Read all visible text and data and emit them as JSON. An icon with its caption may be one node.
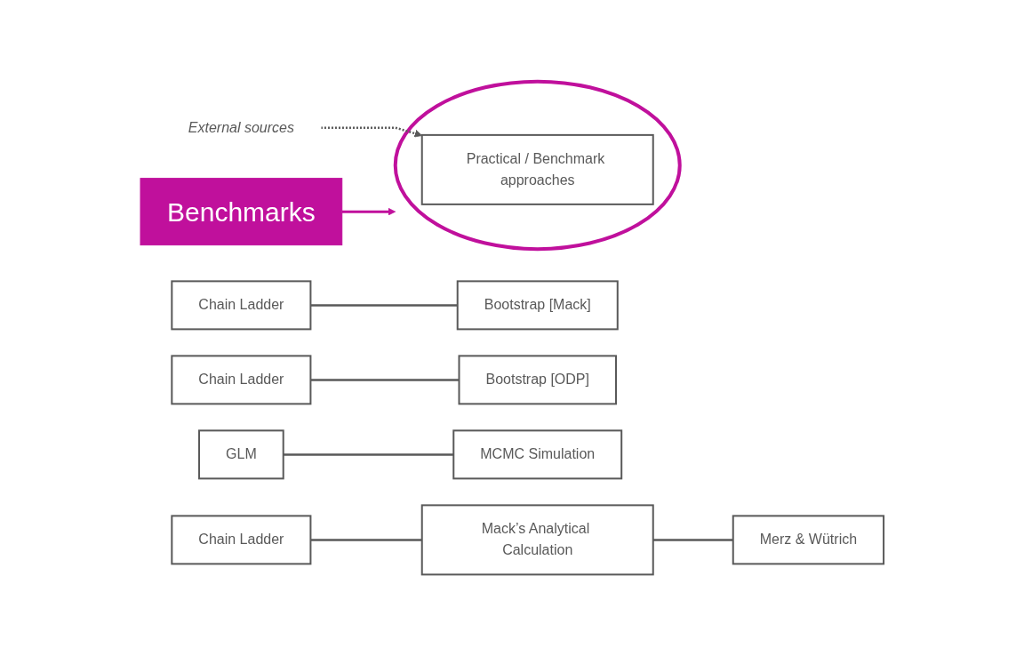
{
  "diagram": {
    "nodes": [
      {
        "text": [
          "Chain Ladder"
        ]
      },
      {
        "text": [
          "Mack’s Analytical Calculation"
        ]
      },
      {
        "text": [
          "Merz & Wütrich"
        ]
      },
      {
        "text": [
          "Chain Ladder"
        ]
      },
      {
        "text": [
          "Bootstrap [Mack]"
        ]
      },
      {
        "text": [
          "Chain Ladder"
        ]
      },
      {
        "text": [
          "Bootstrap [ODP]"
        ]
      },
      {
        "text": [
          "GLM"
        ]
      },
      {
        "text": [
          "MCMC Simulation"
        ]
      },
      {
        "text": [
          "External sources"
        ]
      },
      {
        "text": [],
        "shape": "ellipse"
      },
      {
        "text": [
          "Practical / Benchmark approaches"
        ],
        "in": 10
      },
      {
        "text": [
          "Benchmarks"
        ]
      }
    ],
    "edges": [
      {
        "from": 0,
        "to": 1,
        "arrow": "none"
      },
      {
        "from": 1,
        "to": 2,
        "arrow": "none"
      },
      {
        "from": 3,
        "to": 4,
        "arrow": "none"
      },
      {
        "from": 5,
        "to": 6,
        "arrow": "none"
      },
      {
        "from": 7,
        "to": 8,
        "arrow": "none"
      },
      {
        "from": 9,
        "to": 11,
        "arrow": "to",
        "style": "dashed"
      },
      {
        "from": 12,
        "to": 10,
        "arrow": "to",
        "color": "#c0109c"
      }
    ]
  }
}
